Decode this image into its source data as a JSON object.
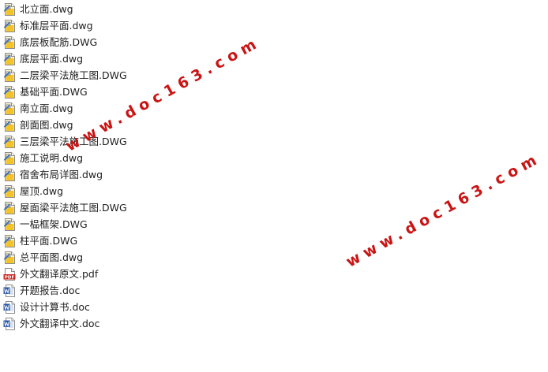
{
  "files": [
    {
      "name": "北立面.dwg",
      "icon": "dwg-file-icon"
    },
    {
      "name": "标准层平面.dwg",
      "icon": "dwg-file-icon"
    },
    {
      "name": "底层板配筋.DWG",
      "icon": "dwg-file-icon"
    },
    {
      "name": "底层平面.dwg",
      "icon": "dwg-file-icon"
    },
    {
      "name": "二层梁平法施工图.DWG",
      "icon": "dwg-file-icon"
    },
    {
      "name": "基础平面.DWG",
      "icon": "dwg-file-icon"
    },
    {
      "name": "南立面.dwg",
      "icon": "dwg-file-icon"
    },
    {
      "name": "剖面图.dwg",
      "icon": "dwg-file-icon"
    },
    {
      "name": "三层梁平法施工图.DWG",
      "icon": "dwg-file-icon"
    },
    {
      "name": "施工说明.dwg",
      "icon": "dwg-file-icon"
    },
    {
      "name": "宿舍布局详图.dwg",
      "icon": "dwg-file-icon"
    },
    {
      "name": "屋顶.dwg",
      "icon": "dwg-file-icon"
    },
    {
      "name": "屋面梁平法施工图.DWG",
      "icon": "dwg-file-icon"
    },
    {
      "name": "一榀框架.DWG",
      "icon": "dwg-file-icon"
    },
    {
      "name": "柱平面.DWG",
      "icon": "dwg-file-icon"
    },
    {
      "name": "总平面图.dwg",
      "icon": "dwg-file-icon"
    },
    {
      "name": "外文翻译原文.pdf",
      "icon": "pdf-file-icon"
    },
    {
      "name": "开题报告.doc",
      "icon": "word-doc-icon"
    },
    {
      "name": "设计计算书.doc",
      "icon": "word-doc-icon"
    },
    {
      "name": "外文翻译中文.doc",
      "icon": "word-doc-icon"
    }
  ],
  "watermark": {
    "text": "www.doc163.com",
    "color": "#c91414"
  },
  "icon_labels": {
    "pdf": "PDF"
  }
}
